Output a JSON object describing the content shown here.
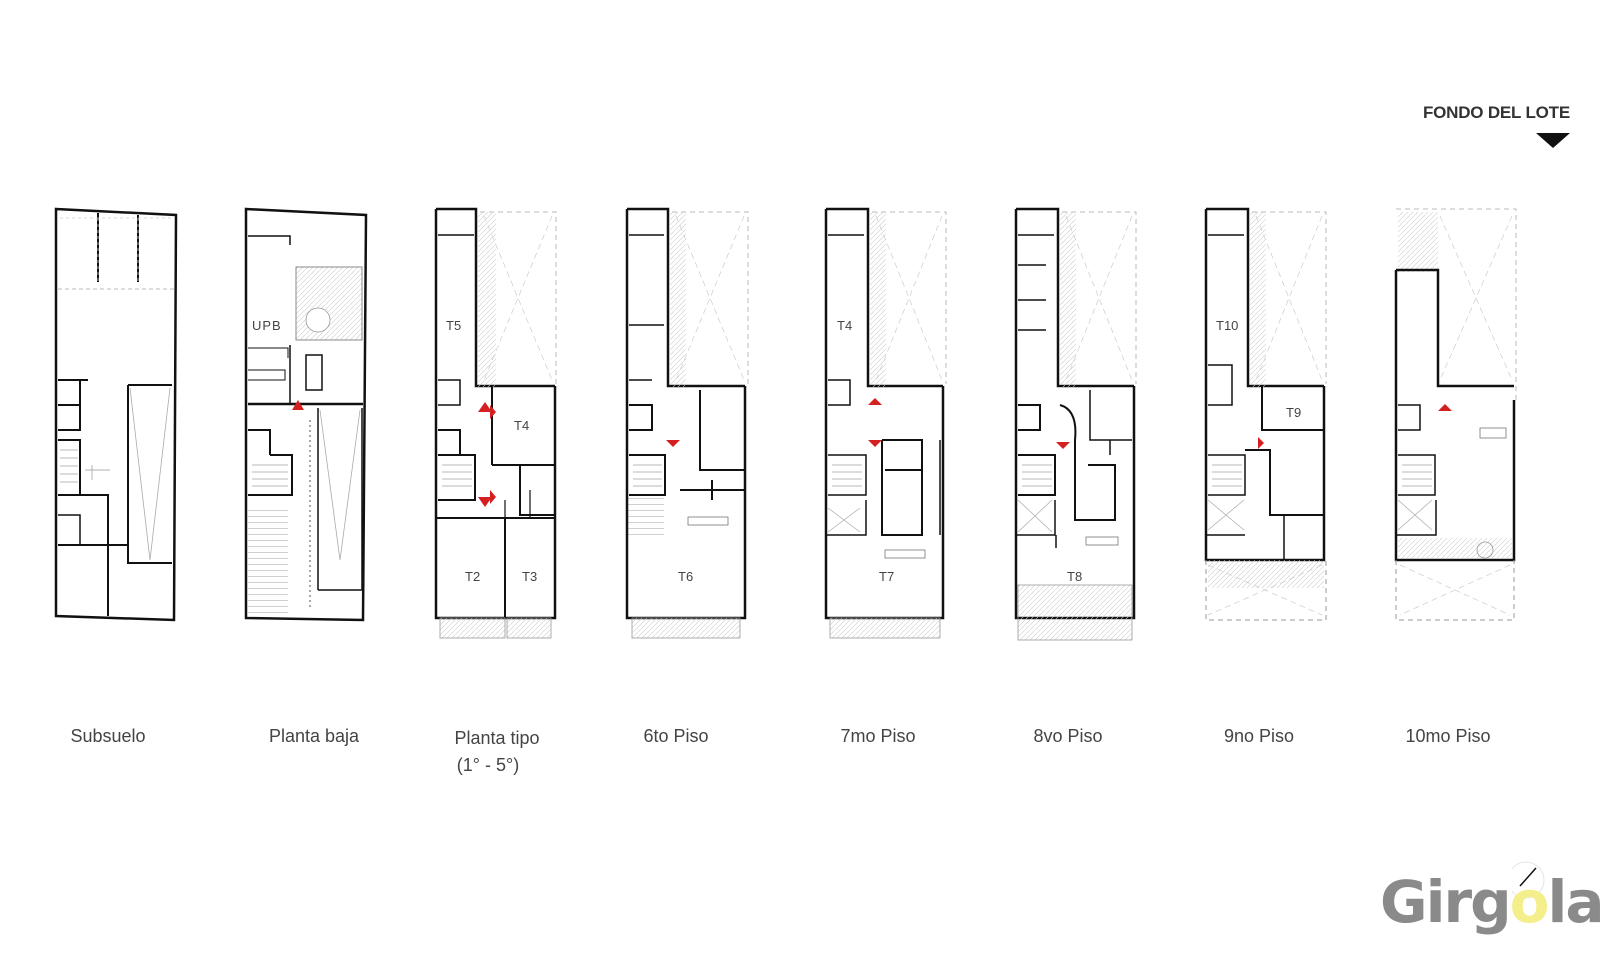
{
  "header": {
    "title": "FONDO DEL LOTE"
  },
  "floors": [
    {
      "caption": "Subsuelo",
      "units": []
    },
    {
      "caption": "Planta baja",
      "units": [
        "UPB"
      ]
    },
    {
      "caption": "Planta tipo",
      "caption2": "(1° - 5°)",
      "units": [
        "T5",
        "T4",
        "T2",
        "T3"
      ]
    },
    {
      "caption": "6to Piso",
      "units": [
        "T6"
      ]
    },
    {
      "caption": "7mo Piso",
      "units": [
        "T4",
        "T7"
      ]
    },
    {
      "caption": "8vo Piso",
      "units": [
        "T8"
      ]
    },
    {
      "caption": "9no Piso",
      "units": [
        "T10",
        "T9"
      ]
    },
    {
      "caption": "10mo Piso",
      "units": []
    }
  ],
  "logo": {
    "text_a": "Girg",
    "text_o": "o",
    "text_b": "la"
  },
  "colors": {
    "walls": "#111111",
    "dashed": "#aaaaaa",
    "accent_arrow": "#d42020",
    "logo_gray": "#8a8a8a",
    "logo_yellow": "#f4ef8a"
  },
  "icons": [
    "entry-arrow-icon",
    "compass-icon"
  ]
}
